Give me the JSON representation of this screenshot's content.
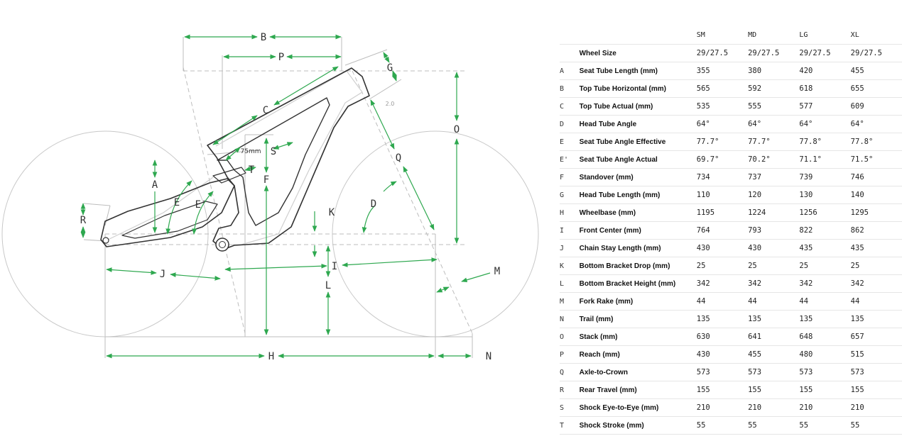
{
  "diagram": {
    "labels": {
      "A": "A",
      "B": "B",
      "C": "C",
      "D": "D",
      "E": "E",
      "E_prime": "E'",
      "F": "F",
      "G": "G",
      "H": "H",
      "I": "I",
      "J": "J",
      "K": "K",
      "L": "L",
      "M": "M",
      "N": "N",
      "O": "O",
      "P": "P",
      "Q": "Q",
      "R": "R",
      "S": "S",
      "T": "T"
    },
    "shock_offset_note": "75mm",
    "spacer_note": "2.0"
  },
  "colors": {
    "accent": "#2ea84f",
    "frame": "#333333",
    "ghost": "#bdbdbd",
    "table_rule": "#e6e6e6"
  },
  "table": {
    "sizes": [
      "SM",
      "MD",
      "LG",
      "XL"
    ],
    "rows": [
      {
        "key": "",
        "label": "Wheel Size",
        "values": [
          "29/27.5",
          "29/27.5",
          "29/27.5",
          "29/27.5"
        ]
      },
      {
        "key": "A",
        "label": "Seat Tube Length (mm)",
        "values": [
          "355",
          "380",
          "420",
          "455"
        ]
      },
      {
        "key": "B",
        "label": "Top Tube Horizontal (mm)",
        "values": [
          "565",
          "592",
          "618",
          "655"
        ]
      },
      {
        "key": "C",
        "label": "Top Tube Actual (mm)",
        "values": [
          "535",
          "555",
          "577",
          "609"
        ]
      },
      {
        "key": "D",
        "label": "Head Tube Angle",
        "values": [
          "64°",
          "64°",
          "64°",
          "64°"
        ]
      },
      {
        "key": "E",
        "label": "Seat Tube Angle Effective",
        "values": [
          "77.7°",
          "77.7°",
          "77.8°",
          "77.8°"
        ]
      },
      {
        "key": "E'",
        "label": "Seat Tube Angle Actual",
        "values": [
          "69.7°",
          "70.2°",
          "71.1°",
          "71.5°"
        ]
      },
      {
        "key": "F",
        "label": "Standover (mm)",
        "values": [
          "734",
          "737",
          "739",
          "746"
        ]
      },
      {
        "key": "G",
        "label": "Head Tube Length (mm)",
        "values": [
          "110",
          "120",
          "130",
          "140"
        ]
      },
      {
        "key": "H",
        "label": "Wheelbase (mm)",
        "values": [
          "1195",
          "1224",
          "1256",
          "1295"
        ]
      },
      {
        "key": "I",
        "label": "Front Center (mm)",
        "values": [
          "764",
          "793",
          "822",
          "862"
        ]
      },
      {
        "key": "J",
        "label": "Chain Stay Length (mm)",
        "values": [
          "430",
          "430",
          "435",
          "435"
        ]
      },
      {
        "key": "K",
        "label": "Bottom Bracket Drop (mm)",
        "values": [
          "25",
          "25",
          "25",
          "25"
        ]
      },
      {
        "key": "L",
        "label": "Bottom Bracket Height (mm)",
        "values": [
          "342",
          "342",
          "342",
          "342"
        ]
      },
      {
        "key": "M",
        "label": "Fork Rake (mm)",
        "values": [
          "44",
          "44",
          "44",
          "44"
        ]
      },
      {
        "key": "N",
        "label": "Trail (mm)",
        "values": [
          "135",
          "135",
          "135",
          "135"
        ]
      },
      {
        "key": "O",
        "label": "Stack (mm)",
        "values": [
          "630",
          "641",
          "648",
          "657"
        ]
      },
      {
        "key": "P",
        "label": "Reach (mm)",
        "values": [
          "430",
          "455",
          "480",
          "515"
        ]
      },
      {
        "key": "Q",
        "label": "Axle-to-Crown",
        "values": [
          "573",
          "573",
          "573",
          "573"
        ]
      },
      {
        "key": "R",
        "label": "Rear Travel (mm)",
        "values": [
          "155",
          "155",
          "155",
          "155"
        ]
      },
      {
        "key": "S",
        "label": "Shock Eye-to-Eye (mm)",
        "values": [
          "210",
          "210",
          "210",
          "210"
        ]
      },
      {
        "key": "T",
        "label": "Shock Stroke (mm)",
        "values": [
          "55",
          "55",
          "55",
          "55"
        ]
      }
    ]
  }
}
